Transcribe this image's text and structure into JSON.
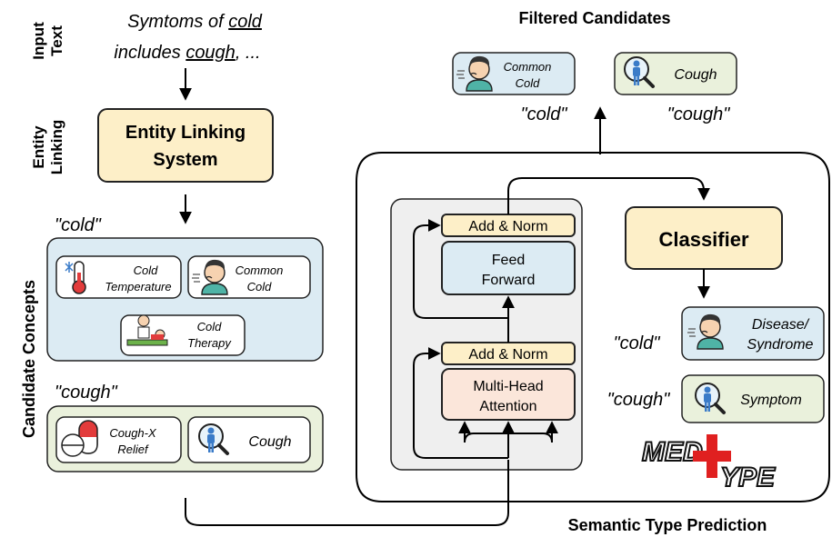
{
  "side_labels": {
    "input": [
      "Input",
      "Text"
    ],
    "entity": [
      "Entity",
      "Linking"
    ],
    "candidate": "Candidate Concepts"
  },
  "input_text": {
    "line1_pre": "Symtoms of ",
    "line1_underlined": "cold",
    "line2_pre": "includes ",
    "line2_underlined": "cough",
    "line2_post": ", ..."
  },
  "entity_linking": [
    "Entity Linking",
    "System"
  ],
  "candidates": {
    "cold_label": "\"cold\"",
    "cold_items": [
      {
        "text": [
          "Cold",
          "Temperature"
        ],
        "icon": "thermometer-snowflake-icon"
      },
      {
        "text": [
          "Common",
          "Cold"
        ],
        "icon": "sick-person-icon"
      },
      {
        "text": [
          "Cold",
          "Therapy"
        ],
        "icon": "therapy-bed-icon"
      }
    ],
    "cough_label": "\"cough\"",
    "cough_items": [
      {
        "text": [
          "Cough-X",
          "Relief"
        ],
        "icon": "pill-capsule-icon"
      },
      {
        "text": [
          "Cough"
        ],
        "icon": "magnifier-person-icon"
      }
    ]
  },
  "filtered": {
    "title": "Filtered Candidates",
    "items": [
      {
        "text": [
          "Common",
          "Cold"
        ],
        "label": "\"cold\"",
        "icon": "sick-person-icon"
      },
      {
        "text": [
          "Cough"
        ],
        "label": "\"cough\"",
        "icon": "magnifier-person-icon"
      }
    ]
  },
  "transformer": {
    "add_norm_top": "Add & Norm",
    "feed_forward": [
      "Feed",
      "Forward"
    ],
    "add_norm_bottom": "Add & Norm",
    "attention": [
      "Multi-Head",
      "Attention"
    ]
  },
  "classifier": "Classifier",
  "predictions": [
    {
      "label": "\"cold\"",
      "text": [
        "Disease/",
        "Syndrome"
      ],
      "icon": "sick-person-icon"
    },
    {
      "label": "\"cough\"",
      "text": [
        "Symptom"
      ],
      "icon": "magnifier-person-icon"
    }
  ],
  "logo": {
    "left": "MED",
    "right": "YPE",
    "accent": "#e02020"
  },
  "bottom_title": "Semantic Type Prediction",
  "colors": {
    "yellow": "#fdefc8",
    "blue": "#dcebf3",
    "green": "#eaf1dc",
    "pink": "#fbe6da",
    "gray": "#efefef"
  }
}
